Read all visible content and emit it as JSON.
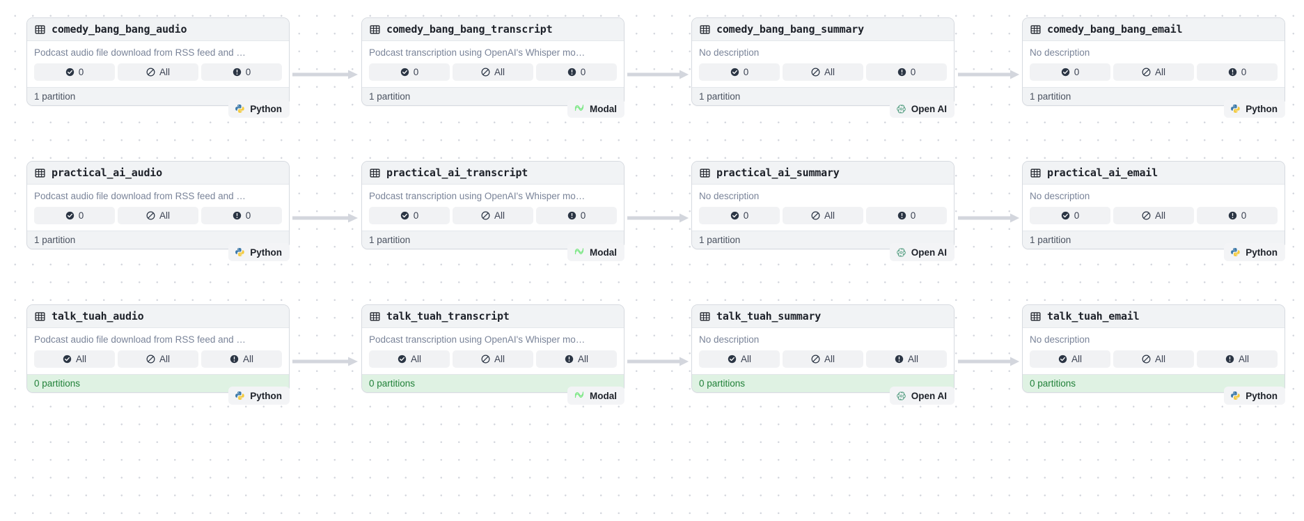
{
  "graph": {
    "background": "dotted-grid",
    "arrow_color": "#d3d6dd",
    "columns": 4,
    "rows": 3
  },
  "icons": {
    "table": "table-grid-icon",
    "check": "check-circle-icon",
    "slash": "slash-circle-icon",
    "alert": "alert-circle-icon",
    "python": "python-logo-icon",
    "modal": "modal-logo-icon",
    "openai": "openai-logo-icon"
  },
  "labels": {
    "description_audio": "Podcast audio file download from RSS feed and …",
    "description_transcript": "Podcast transcription using OpenAI's Whisper mo…",
    "description_none": "No description",
    "partition_one": "1 partition",
    "partition_zero": "0 partitions",
    "value_zero": "0",
    "value_all": "All",
    "badge_python": "Python",
    "badge_modal": "Modal",
    "badge_openai": "Open AI"
  },
  "colors": {
    "card_border": "#d6dae0",
    "header_bg": "#f1f3f5",
    "footer_gray_bg": "#f1f3f5",
    "footer_green_bg": "#dff2e3",
    "footer_green_text": "#218139",
    "pill_bg": "#f1f2f4",
    "description_text": "#7a8499",
    "title_text": "#1d2129",
    "python_blue": "#3b78a8",
    "python_yellow": "#f3ca3e",
    "modal_green": "#7ee787",
    "openai_green": "#4d9a7c"
  },
  "rows": [
    {
      "id": "comedy_bang_bang",
      "nodes": [
        {
          "title": "comedy_bang_bang_audio",
          "description": "Podcast audio file download from RSS feed and …",
          "pills": [
            {
              "icon": "check-circle-icon",
              "value": "0"
            },
            {
              "icon": "slash-circle-icon",
              "value": "All"
            },
            {
              "icon": "alert-circle-icon",
              "value": "0"
            }
          ],
          "footer": "1 partition",
          "footer_state": "gray",
          "badge": "Python",
          "badge_icon": "python-logo-icon"
        },
        {
          "title": "comedy_bang_bang_transcript",
          "description": "Podcast transcription using OpenAI's Whisper mo…",
          "pills": [
            {
              "icon": "check-circle-icon",
              "value": "0"
            },
            {
              "icon": "slash-circle-icon",
              "value": "All"
            },
            {
              "icon": "alert-circle-icon",
              "value": "0"
            }
          ],
          "footer": "1 partition",
          "footer_state": "gray",
          "badge": "Modal",
          "badge_icon": "modal-logo-icon"
        },
        {
          "title": "comedy_bang_bang_summary",
          "description": "No description",
          "pills": [
            {
              "icon": "check-circle-icon",
              "value": "0"
            },
            {
              "icon": "slash-circle-icon",
              "value": "All"
            },
            {
              "icon": "alert-circle-icon",
              "value": "0"
            }
          ],
          "footer": "1 partition",
          "footer_state": "gray",
          "badge": "Open AI",
          "badge_icon": "openai-logo-icon"
        },
        {
          "title": "comedy_bang_bang_email",
          "description": "No description",
          "pills": [
            {
              "icon": "check-circle-icon",
              "value": "0"
            },
            {
              "icon": "slash-circle-icon",
              "value": "All"
            },
            {
              "icon": "alert-circle-icon",
              "value": "0"
            }
          ],
          "footer": "1 partition",
          "footer_state": "gray",
          "badge": "Python",
          "badge_icon": "python-logo-icon"
        }
      ]
    },
    {
      "id": "practical_ai",
      "nodes": [
        {
          "title": "practical_ai_audio",
          "description": "Podcast audio file download from RSS feed and …",
          "pills": [
            {
              "icon": "check-circle-icon",
              "value": "0"
            },
            {
              "icon": "slash-circle-icon",
              "value": "All"
            },
            {
              "icon": "alert-circle-icon",
              "value": "0"
            }
          ],
          "footer": "1 partition",
          "footer_state": "gray",
          "badge": "Python",
          "badge_icon": "python-logo-icon"
        },
        {
          "title": "practical_ai_transcript",
          "description": "Podcast transcription using OpenAI's Whisper mo…",
          "pills": [
            {
              "icon": "check-circle-icon",
              "value": "0"
            },
            {
              "icon": "slash-circle-icon",
              "value": "All"
            },
            {
              "icon": "alert-circle-icon",
              "value": "0"
            }
          ],
          "footer": "1 partition",
          "footer_state": "gray",
          "badge": "Modal",
          "badge_icon": "modal-logo-icon"
        },
        {
          "title": "practical_ai_summary",
          "description": "No description",
          "pills": [
            {
              "icon": "check-circle-icon",
              "value": "0"
            },
            {
              "icon": "slash-circle-icon",
              "value": "All"
            },
            {
              "icon": "alert-circle-icon",
              "value": "0"
            }
          ],
          "footer": "1 partition",
          "footer_state": "gray",
          "badge": "Open AI",
          "badge_icon": "openai-logo-icon"
        },
        {
          "title": "practical_ai_email",
          "description": "No description",
          "pills": [
            {
              "icon": "check-circle-icon",
              "value": "0"
            },
            {
              "icon": "slash-circle-icon",
              "value": "All"
            },
            {
              "icon": "alert-circle-icon",
              "value": "0"
            }
          ],
          "footer": "1 partition",
          "footer_state": "gray",
          "badge": "Python",
          "badge_icon": "python-logo-icon"
        }
      ]
    },
    {
      "id": "talk_tuah",
      "nodes": [
        {
          "title": "talk_tuah_audio",
          "description": "Podcast audio file download from RSS feed and …",
          "pills": [
            {
              "icon": "check-circle-icon",
              "value": "All"
            },
            {
              "icon": "slash-circle-icon",
              "value": "All"
            },
            {
              "icon": "alert-circle-icon",
              "value": "All"
            }
          ],
          "footer": "0 partitions",
          "footer_state": "green",
          "badge": "Python",
          "badge_icon": "python-logo-icon"
        },
        {
          "title": "talk_tuah_transcript",
          "description": "Podcast transcription using OpenAI's Whisper mo…",
          "pills": [
            {
              "icon": "check-circle-icon",
              "value": "All"
            },
            {
              "icon": "slash-circle-icon",
              "value": "All"
            },
            {
              "icon": "alert-circle-icon",
              "value": "All"
            }
          ],
          "footer": "0 partitions",
          "footer_state": "green",
          "badge": "Modal",
          "badge_icon": "modal-logo-icon"
        },
        {
          "title": "talk_tuah_summary",
          "description": "No description",
          "pills": [
            {
              "icon": "check-circle-icon",
              "value": "All"
            },
            {
              "icon": "slash-circle-icon",
              "value": "All"
            },
            {
              "icon": "alert-circle-icon",
              "value": "All"
            }
          ],
          "footer": "0 partitions",
          "footer_state": "green",
          "badge": "Open AI",
          "badge_icon": "openai-logo-icon"
        },
        {
          "title": "talk_tuah_email",
          "description": "No description",
          "pills": [
            {
              "icon": "check-circle-icon",
              "value": "All"
            },
            {
              "icon": "slash-circle-icon",
              "value": "All"
            },
            {
              "icon": "alert-circle-icon",
              "value": "All"
            }
          ],
          "footer": "0 partitions",
          "footer_state": "green",
          "badge": "Python",
          "badge_icon": "python-logo-icon"
        }
      ]
    }
  ]
}
